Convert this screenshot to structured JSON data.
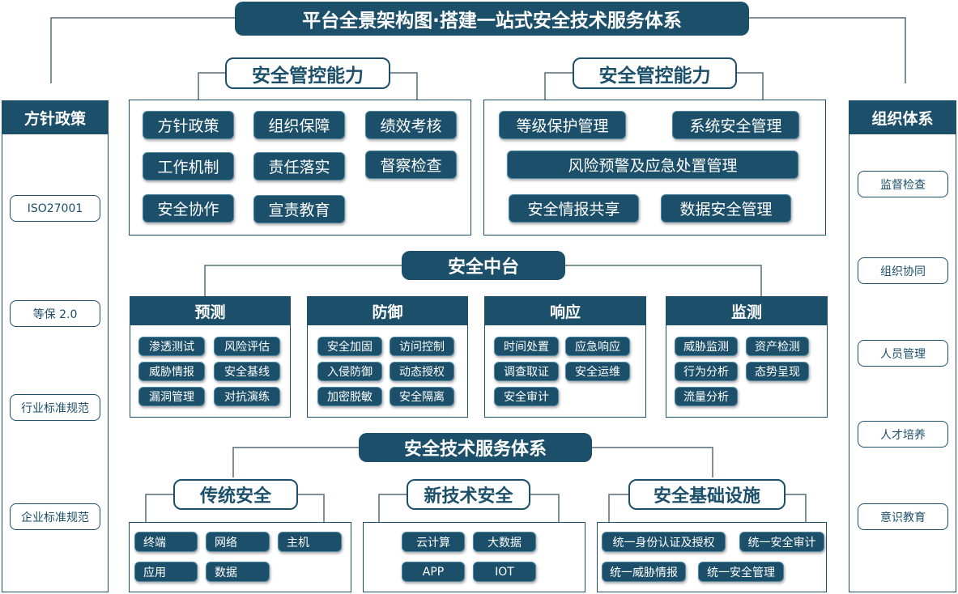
{
  "title": "平台全景架构图·搭建一站式安全技术服务体系",
  "left_panel": {
    "header": "方针政策",
    "items": [
      "ISO27001",
      "等保 2.0",
      "行业标准规范",
      "企业标准规范"
    ]
  },
  "right_panel": {
    "header": "组织体系",
    "items": [
      "监督检查",
      "组织协同",
      "人员管理",
      "人才培养",
      "意识教育"
    ]
  },
  "control_left": {
    "title": "安全管控能力",
    "items": [
      "方针政策",
      "组织保障",
      "绩效考核",
      "工作机制",
      "责任落实",
      "督察检查",
      "安全协作",
      "宣责教育"
    ]
  },
  "control_right": {
    "title": "安全管控能力",
    "items": [
      "等级保护管理",
      "系统安全管理",
      "风险预警及应急处置管理",
      "安全情报共享",
      "数据安全管理"
    ]
  },
  "middle": {
    "title": "安全中台",
    "columns": [
      {
        "header": "预测",
        "items": [
          "渗透测试",
          "风险评估",
          "威胁情报",
          "安全基线",
          "漏洞管理",
          "对抗演练"
        ]
      },
      {
        "header": "防御",
        "items": [
          "安全加固",
          "访问控制",
          "入侵防御",
          "动态授权",
          "加密脱敏",
          "安全隔离"
        ]
      },
      {
        "header": "响应",
        "items": [
          "时间处置",
          "应急响应",
          "调查取证",
          "安全运维",
          "安全审计"
        ]
      },
      {
        "header": "监测",
        "items": [
          "威胁监测",
          "资产检测",
          "行为分析",
          "态势呈现",
          "流量分析"
        ]
      }
    ]
  },
  "service": {
    "title": "安全技术服务体系",
    "groups": [
      {
        "title": "传统安全",
        "items": [
          "终端",
          "网络",
          "主机",
          "应用",
          "数据"
        ]
      },
      {
        "title": "新技术安全",
        "items": [
          "云计算",
          "大数据",
          "APP",
          "IOT"
        ]
      },
      {
        "title": "安全基础设施",
        "items": [
          "统一身份认证及授权",
          "统一安全审计",
          "统一威胁情报",
          "统一安全管理"
        ]
      }
    ]
  },
  "colors": {
    "navy": "#1b4f6a",
    "line": "#556b76"
  }
}
